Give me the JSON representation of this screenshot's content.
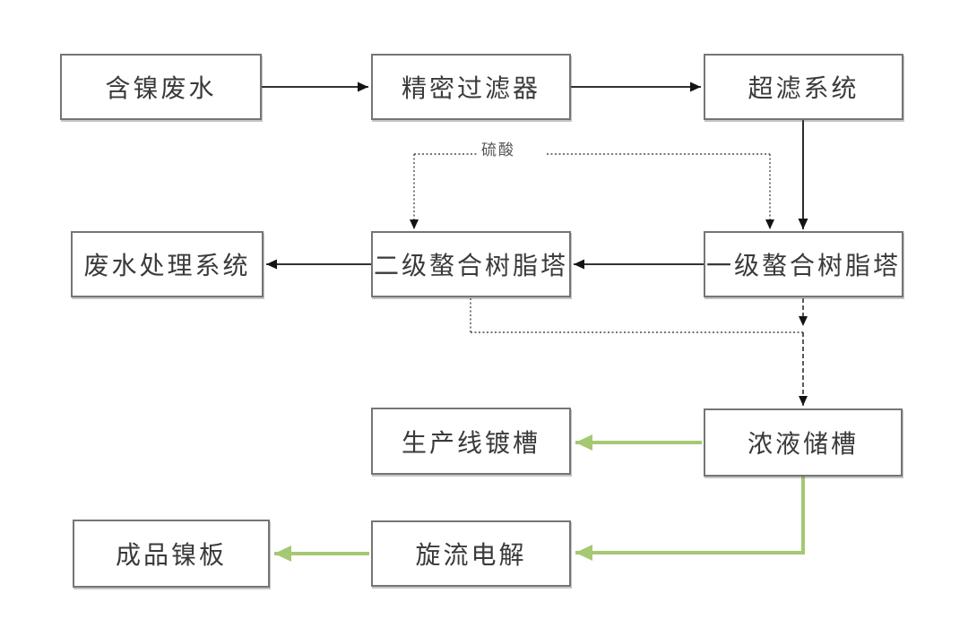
{
  "diagram": {
    "type": "flowchart",
    "language": "zh-CN",
    "nodes": [
      {
        "id": "nickel-wastewater",
        "label": "含镍废水"
      },
      {
        "id": "precision-filter",
        "label": "精密过滤器"
      },
      {
        "id": "ultrafiltration-system",
        "label": "超滤系统"
      },
      {
        "id": "wastewater-treatment",
        "label": "废水处理系统"
      },
      {
        "id": "secondary-resin-tower",
        "label": "二级螯合树脂塔"
      },
      {
        "id": "primary-resin-tower",
        "label": "一级螯合树脂塔"
      },
      {
        "id": "plating-tank",
        "label": "生产线镀槽"
      },
      {
        "id": "concentrate-tank",
        "label": "浓液储槽"
      },
      {
        "id": "cyclone-electrolysis",
        "label": "旋流电解"
      },
      {
        "id": "nickel-plate",
        "label": "成品镍板"
      }
    ],
    "sulfuric_acid_label": "硫酸",
    "edges": [
      {
        "from": "含镍废水",
        "to": "精密过滤器",
        "style": "solid",
        "color": "black"
      },
      {
        "from": "精密过滤器",
        "to": "超滤系统",
        "style": "solid",
        "color": "black"
      },
      {
        "from": "超滤系统",
        "to": "一级螯合树脂塔",
        "style": "solid",
        "color": "black"
      },
      {
        "from": "一级螯合树脂塔",
        "to": "二级螯合树脂塔",
        "style": "solid",
        "color": "black"
      },
      {
        "from": "二级螯合树脂塔",
        "to": "废水处理系统",
        "style": "solid",
        "color": "black"
      },
      {
        "from": "硫酸",
        "to": "二级螯合树脂塔",
        "style": "dotted",
        "color": "black",
        "label": "硫酸"
      },
      {
        "from": "硫酸",
        "to": "一级螯合树脂塔",
        "style": "dotted",
        "color": "black",
        "label": "硫酸"
      },
      {
        "from": "一级螯合树脂塔",
        "to": "浓液储槽",
        "style": "dashed",
        "color": "black"
      },
      {
        "from": "二级螯合树脂塔",
        "to": "浓液储槽",
        "style": "dashed",
        "color": "black"
      },
      {
        "from": "浓液储槽",
        "to": "生产线镀槽",
        "style": "solid",
        "color": "green"
      },
      {
        "from": "浓液储槽",
        "to": "旋流电解",
        "style": "solid",
        "color": "green"
      },
      {
        "from": "旋流电解",
        "to": "成品镍板",
        "style": "solid",
        "color": "green"
      }
    ],
    "colors": {
      "background": "#ffffff",
      "box_border": "#757575",
      "box_text": "#3a3a3a",
      "arrow_black": "#141414",
      "arrow_green": "#a5c873",
      "dotted_line": "#4a4a4a",
      "small_label_text": "#555555"
    }
  }
}
